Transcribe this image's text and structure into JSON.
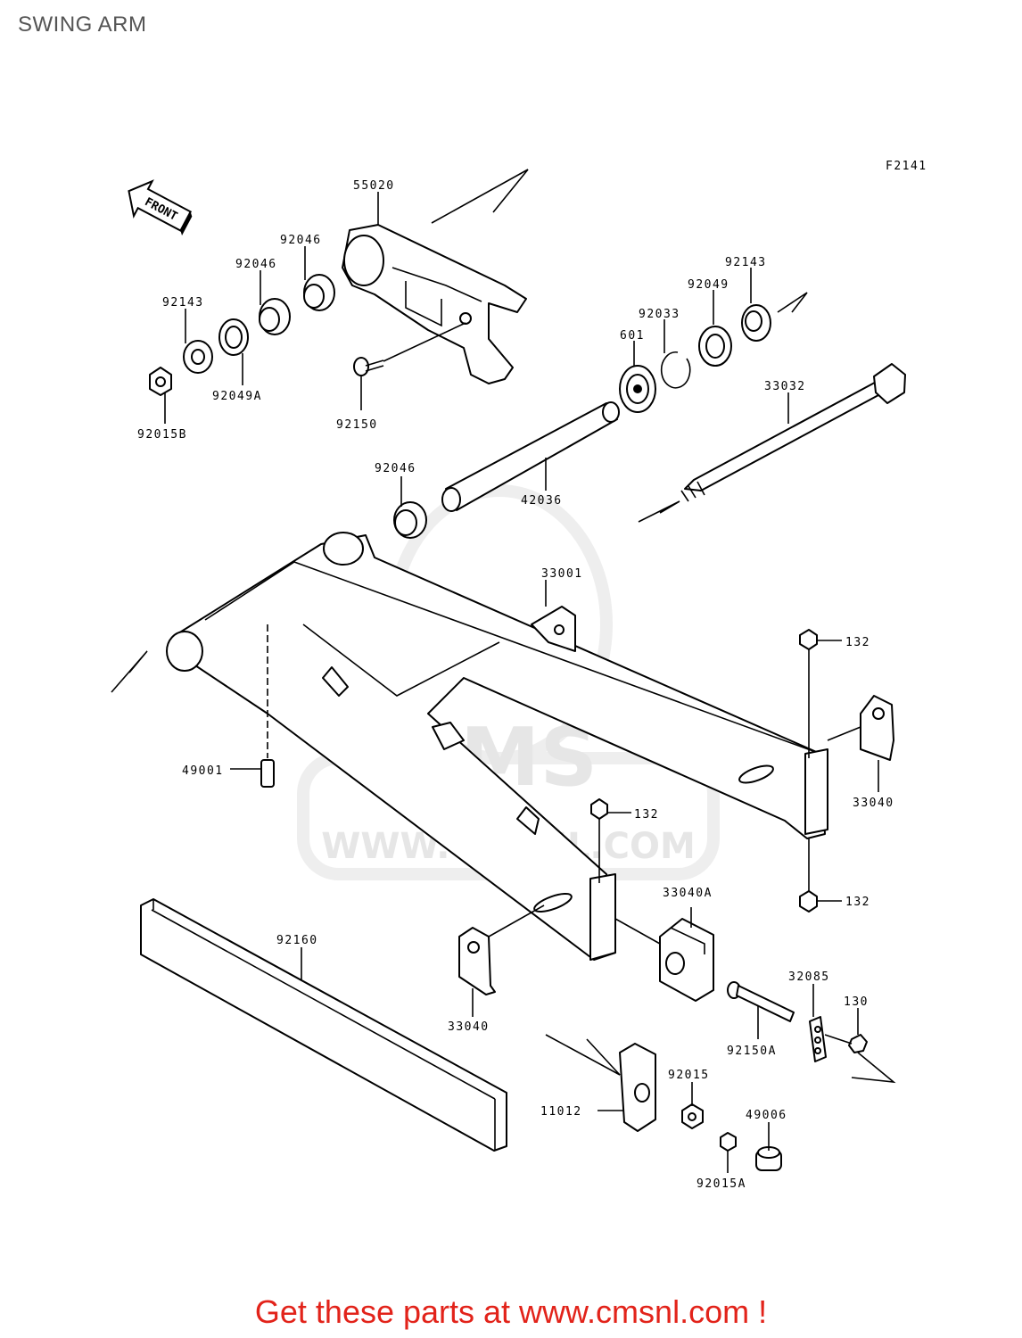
{
  "title": "SWING ARM",
  "diagram_code": "F2141",
  "front_label": "FRONT",
  "watermark": {
    "brand": "CMS",
    "url": "WWW.CMSNL.COM"
  },
  "part_labels": {
    "p55020": "55020",
    "p92046_top": "92046",
    "p92046_mid": "92046",
    "p92143_left": "92143",
    "p92049A": "92049A",
    "p92015B": "92015B",
    "p92150": "92150",
    "p92143_right": "92143",
    "p92049": "92049",
    "p92033": "92033",
    "p601": "601",
    "p33032": "33032",
    "p92046_low": "92046",
    "p42036": "42036",
    "p33001": "33001",
    "p132_a": "132",
    "p33040_right": "33040",
    "p49001": "49001",
    "p132_b": "132",
    "p132_c": "132",
    "p33040A": "33040A",
    "p92160": "92160",
    "p33040_left": "33040",
    "p32085": "32085",
    "p130": "130",
    "p92150A": "92150A",
    "p92015": "92015",
    "p11012": "11012",
    "p49006": "49006",
    "p92015A": "92015A"
  },
  "footer_text": "Get these parts at www.cmsnl.com !",
  "colors": {
    "footer": "#e2231a",
    "title": "#555555",
    "watermark": "#e6e6e6"
  }
}
